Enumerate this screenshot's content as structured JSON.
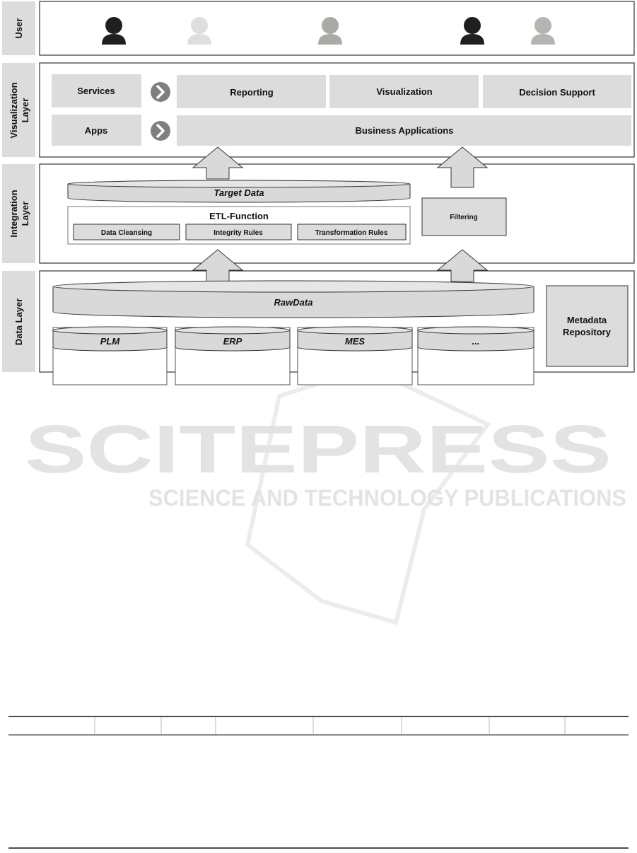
{
  "layers": {
    "user": "User",
    "visualization": "Visualization Layer",
    "integration": "Integration Layer",
    "data": "Data Layer"
  },
  "visualization": {
    "services": "Services",
    "apps": "Apps",
    "reporting": "Reporting",
    "visualization": "Visualization",
    "decision_support": "Decision Support",
    "business_applications": "Business Applications"
  },
  "integration": {
    "target_data": "Target Data",
    "etl_title": "ETL-Function",
    "data_cleansing": "Data Cleansing",
    "integrity_rules": "Integrity Rules",
    "transformation_rules": "Transformation Rules",
    "filtering": "Filtering"
  },
  "data_layer": {
    "raw_data": "RawData",
    "sources": [
      "PLM",
      "ERP",
      "MES",
      "..."
    ],
    "metadata_line1": "Metadata",
    "metadata_line2": "Repository"
  },
  "users": [
    {
      "icon": "person-icon",
      "color": "#1f1f1f"
    },
    {
      "icon": "person-icon",
      "color": "#dedede"
    },
    {
      "icon": "person-icon",
      "color": "#a9a9a5"
    },
    {
      "icon": "person-icon",
      "color": "#1f1f1f"
    },
    {
      "icon": "person-icon",
      "color": "#b4b4b0"
    }
  ],
  "watermark": {
    "main": "SCITEPRESS",
    "sub": "SCIENCE AND TECHNOLOGY PUBLICATIONS"
  },
  "colors": {
    "box_fill": "#dcdcdc",
    "border": "#333333",
    "arrow_fill": "#d9d9d9",
    "chevron": "#7f7f7f"
  }
}
